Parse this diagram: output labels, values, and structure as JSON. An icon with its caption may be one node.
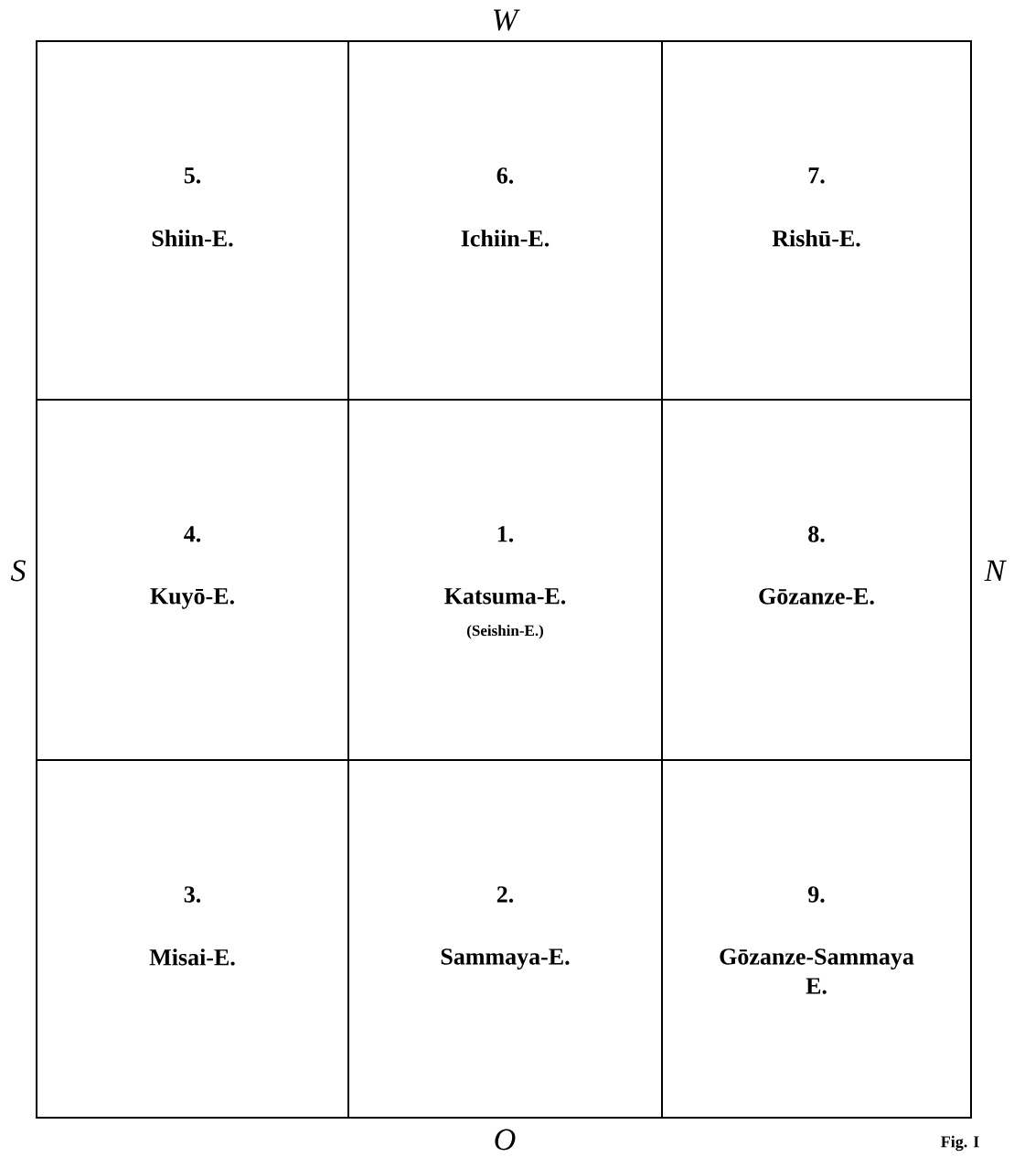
{
  "diagram": {
    "nodes": [
      {
        "text": [
          "5.",
          "Shiin-E."
        ]
      },
      {
        "text": [
          "6.",
          "Ichiin-E."
        ]
      },
      {
        "text": [
          "7.",
          "Rishū-E."
        ]
      },
      {
        "text": [
          "4.",
          "Kuyō-E."
        ]
      },
      {
        "text": [
          "1.",
          "Katsuma-E.",
          "(Seishin-E.)"
        ]
      },
      {
        "text": [
          "8.",
          "Gōzanze-E."
        ]
      },
      {
        "text": [
          "3.",
          "Misai-E."
        ]
      },
      {
        "text": [
          "2.",
          "Sammaya-E."
        ]
      },
      {
        "text": [
          "9.",
          "Gōzanze-Sammaya E."
        ]
      }
    ],
    "labels": [
      "W",
      "S",
      "N",
      "O",
      "Fig. I"
    ]
  }
}
